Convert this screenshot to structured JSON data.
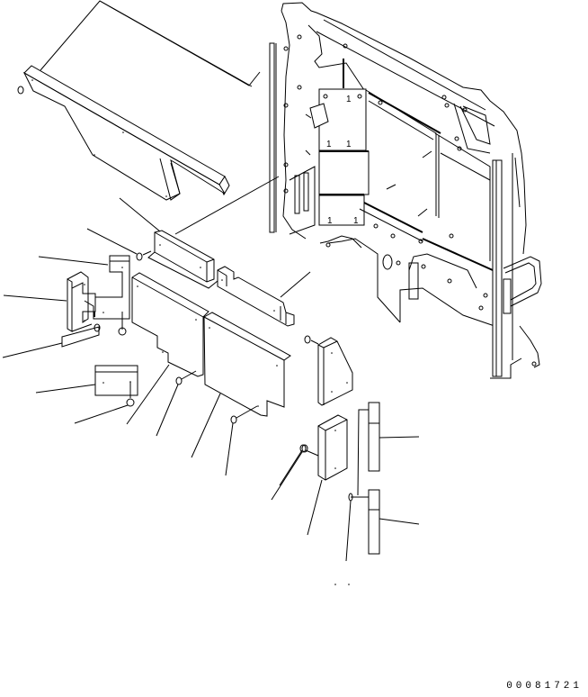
{
  "diagram": {
    "type": "exploded-parts-diagram",
    "subject": "operator cab frame with insulation / sound-absorbing pads",
    "document_number": "00081721",
    "ink_color": "#000000",
    "background_color": "#ffffff",
    "parts": [
      {
        "id": "roof-pad",
        "shape": "long angled panel with top edge strip"
      },
      {
        "id": "cab-frame",
        "shape": "rear cab frame assembly with rails and handrail"
      },
      {
        "id": "bar-pad-upper",
        "shape": "rectangular block"
      },
      {
        "id": "bar-pad-stepped",
        "shape": "stepped rectangular block"
      },
      {
        "id": "c-bracket-pad",
        "shape": "C-shaped block"
      },
      {
        "id": "l-pad",
        "shape": "L-shaped flat pad"
      },
      {
        "id": "strip-pad",
        "shape": "thin strip"
      },
      {
        "id": "small-plate-pad",
        "shape": "small rectangular plate"
      },
      {
        "id": "large-panel-left",
        "shape": "large flat panel with notch"
      },
      {
        "id": "large-panel-right",
        "shape": "large flat panel with notch"
      },
      {
        "id": "side-pad-angled",
        "shape": "tapered block"
      },
      {
        "id": "side-pad-box",
        "shape": "rectangular box block"
      },
      {
        "id": "vertical-strip-upper",
        "shape": "tall narrow strip"
      },
      {
        "id": "vertical-strip-lower",
        "shape": "tall narrow strip"
      },
      {
        "id": "fastener-clips",
        "shape": "small oval clips",
        "count": 10
      }
    ],
    "frame_markings": [
      "1",
      "1",
      "1",
      "1",
      "1",
      "1",
      "1"
    ]
  }
}
